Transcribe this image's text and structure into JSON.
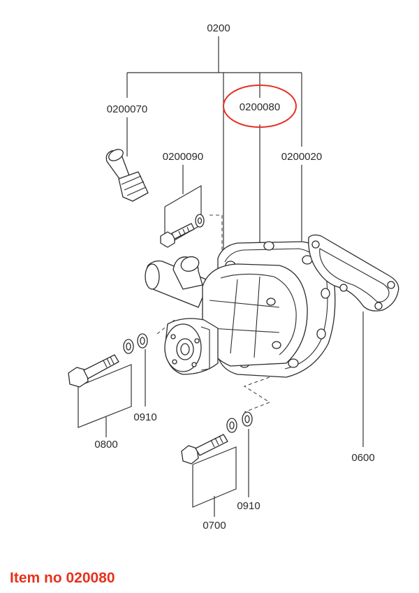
{
  "labels": {
    "assembly": "0200",
    "part_0200070": "0200070",
    "part_0200080": "0200080",
    "part_0200090": "0200090",
    "part_0200020": "0200020",
    "part_0910_left": "0910",
    "part_0800": "0800",
    "part_0600": "0600",
    "part_0910_bottom": "0910",
    "part_0700": "0700"
  },
  "highlight": {
    "label": "0200080",
    "color": "#e53024"
  },
  "footer": {
    "text": "Item no 020080",
    "color": "#e8311f"
  }
}
